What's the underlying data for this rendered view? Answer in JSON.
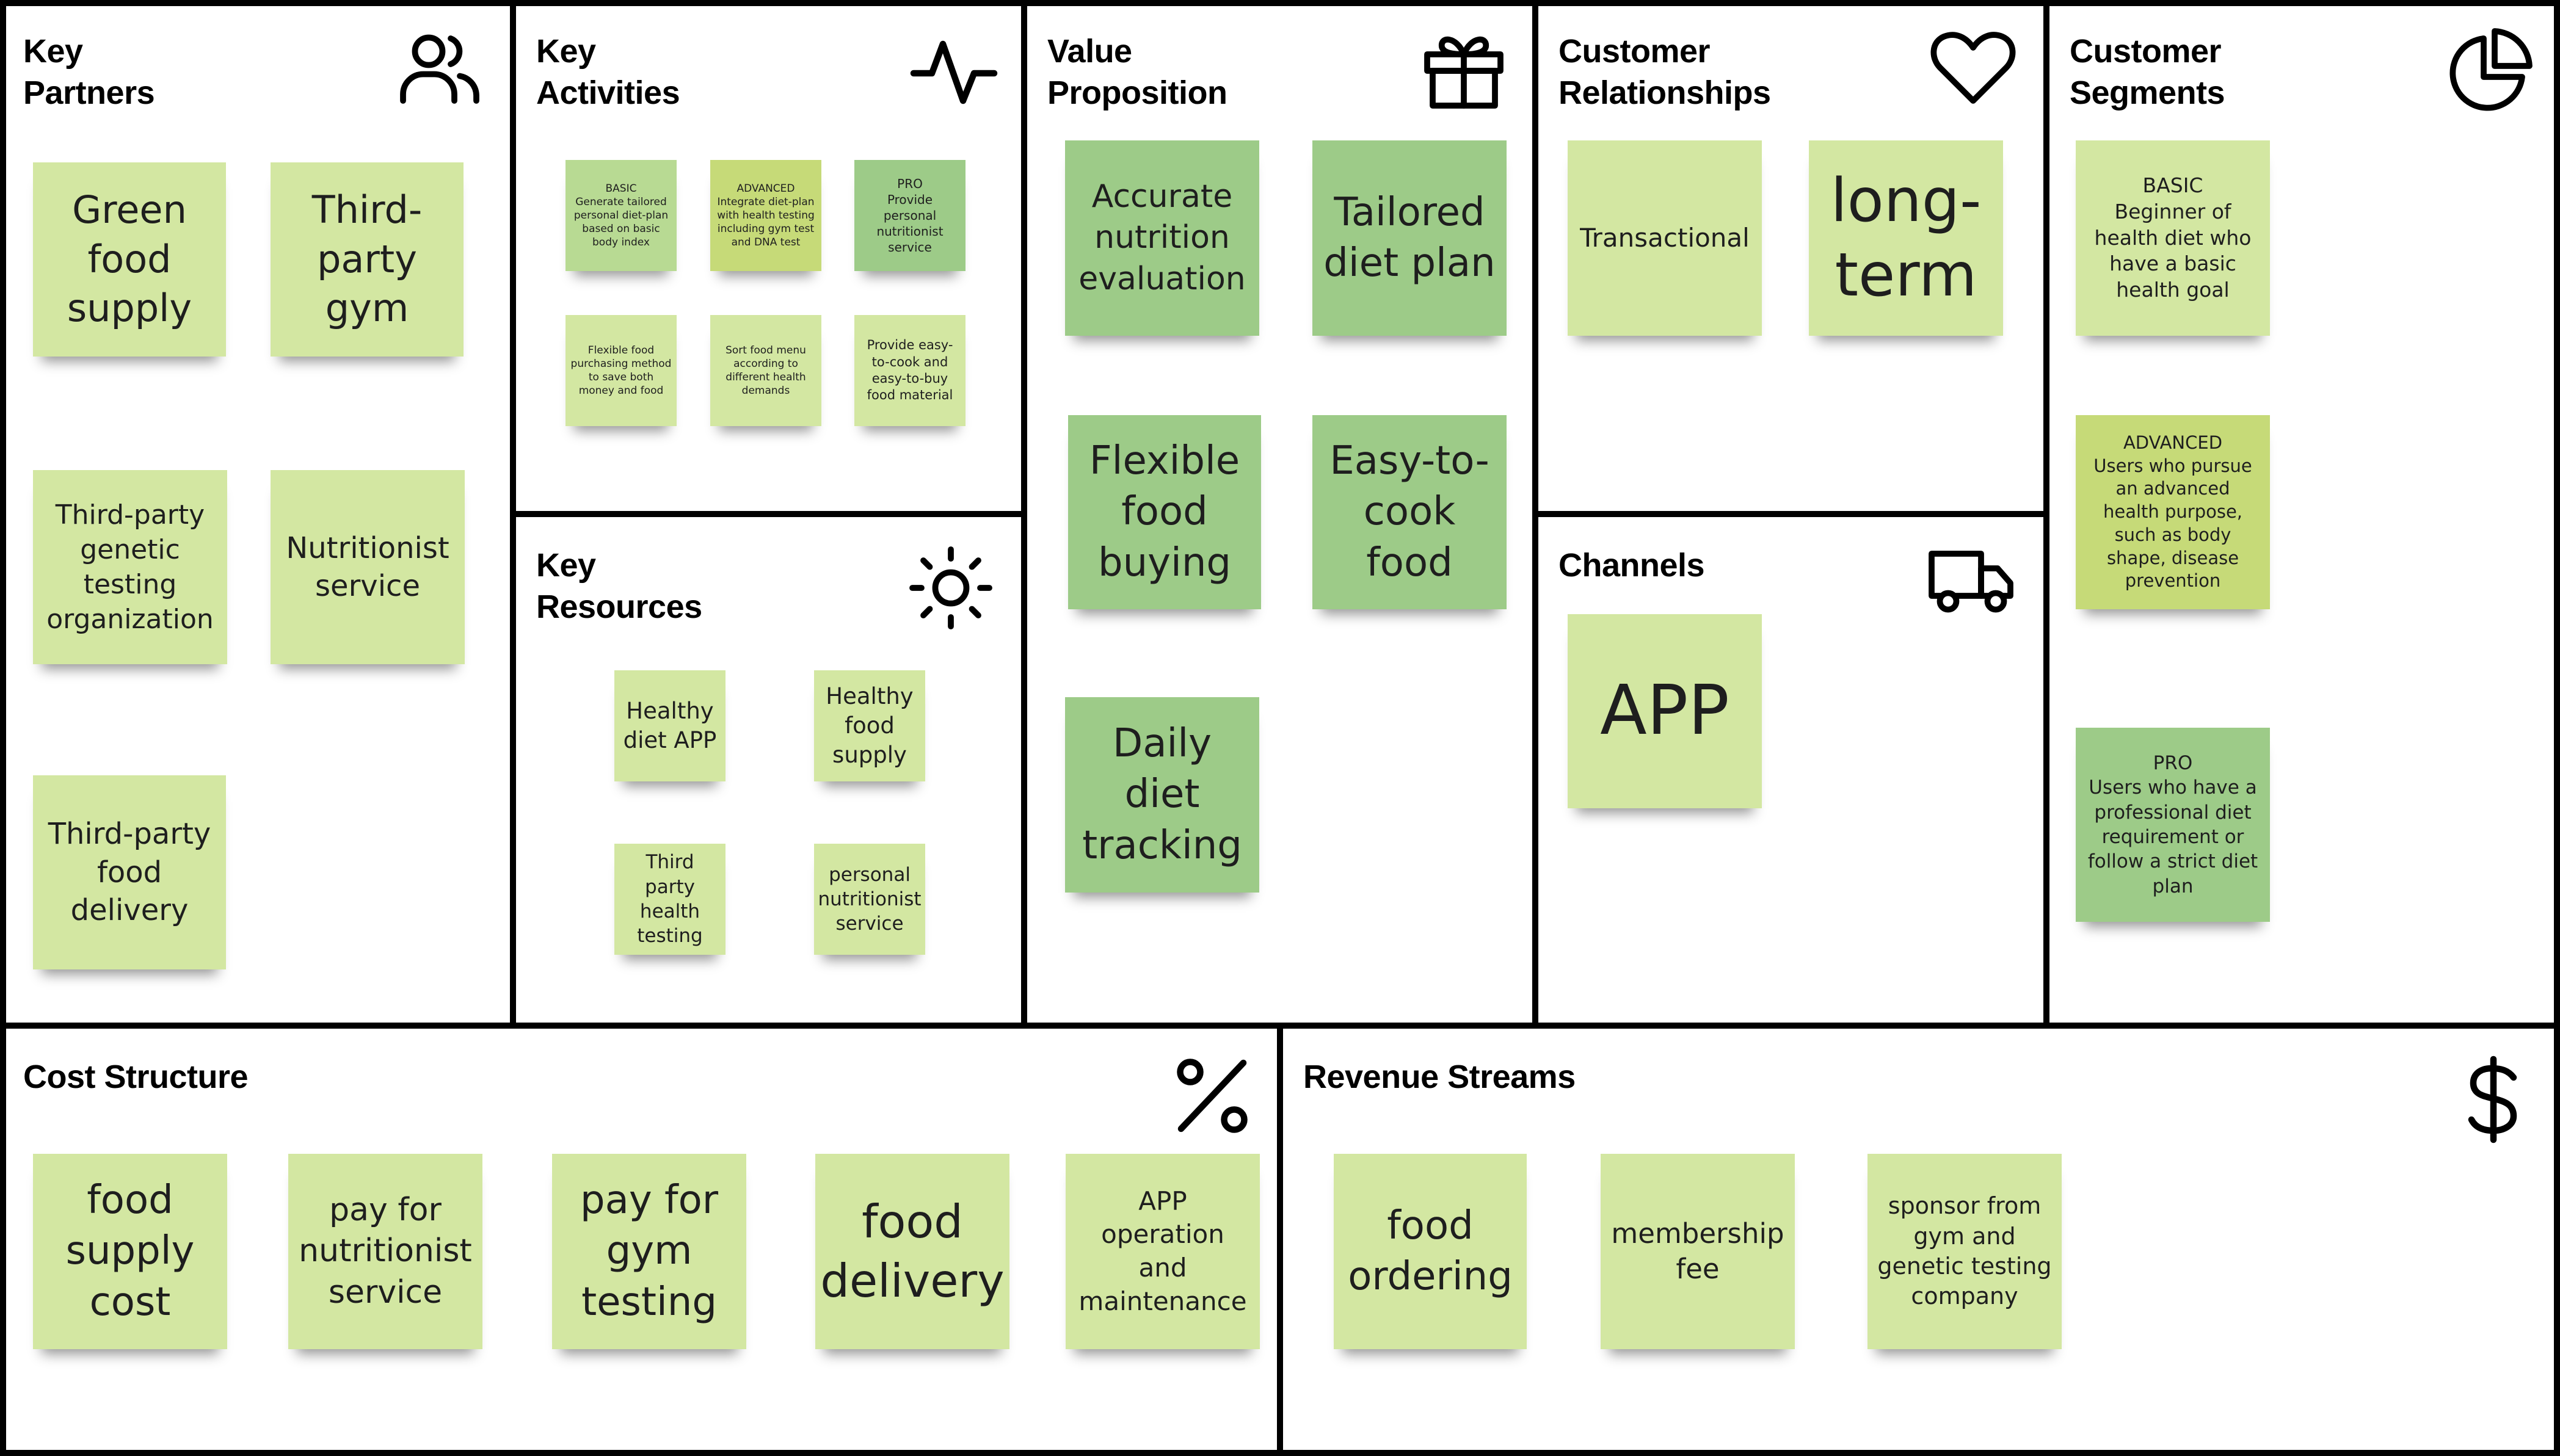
{
  "colors": {
    "light_green": "#d3e7a2",
    "medium_green": "#b8da93",
    "dark_green": "#9dcb88",
    "olive_green": "#c6da78",
    "line": "#000000"
  },
  "sections": {
    "key_partners": {
      "title": "Key\nPartners",
      "icon": "users-icon",
      "notes": [
        "Green food supply",
        "Third-party gym",
        "Third-party genetic testing organization",
        "Nutritionist service",
        "Third-party food delivery"
      ]
    },
    "key_activities": {
      "title": "Key\nActivities",
      "icon": "activity-icon",
      "notes": [
        "BASIC\nGenerate tailored personal diet-plan based on basic body index",
        "ADVANCED\nIntegrate diet-plan with health testing including gym test and DNA test",
        "PRO\nProvide personal nutritionist service",
        "Flexible food purchasing method to save both money and food",
        "Sort food menu according to different health demands",
        "Provide easy-to-cook and easy-to-buy food material"
      ]
    },
    "key_resources": {
      "title": "Key\nResources",
      "icon": "sun-icon",
      "notes": [
        "Healthy diet APP",
        "Healthy food supply",
        "Third party health testing",
        "personal nutritionist service"
      ]
    },
    "value_proposition": {
      "title": "Value\nProposition",
      "icon": "gift-icon",
      "notes": [
        "Accurate nutrition evaluation",
        "Tailored diet plan",
        "Flexible food buying",
        "Easy-to-cook food",
        "Daily diet tracking"
      ]
    },
    "customer_relationships": {
      "title": "Customer\nRelationships",
      "icon": "heart-icon",
      "notes": [
        "Transactional",
        "long-term"
      ]
    },
    "channels": {
      "title": "Channels",
      "icon": "truck-icon",
      "notes": [
        "APP"
      ]
    },
    "customer_segments": {
      "title": "Customer\nSegments",
      "icon": "pie-chart-icon",
      "notes": [
        "BASIC\nBeginner of health diet who have a basic health goal",
        "ADVANCED\nUsers who pursue an advanced health purpose, such as body shape, disease prevention",
        "PRO\nUsers who have a professional diet requirement or follow a strict diet plan"
      ]
    },
    "cost_structure": {
      "title": "Cost Structure",
      "icon": "percent-icon",
      "notes": [
        "food supply cost",
        "pay for nutritionist service",
        "pay for gym testing",
        "food delivery",
        "APP operation and maintenance"
      ]
    },
    "revenue_streams": {
      "title": "Revenue Streams",
      "icon": "dollar-icon",
      "notes": [
        "food ordering",
        "membership fee",
        "sponsor from gym and genetic testing company"
      ]
    }
  }
}
